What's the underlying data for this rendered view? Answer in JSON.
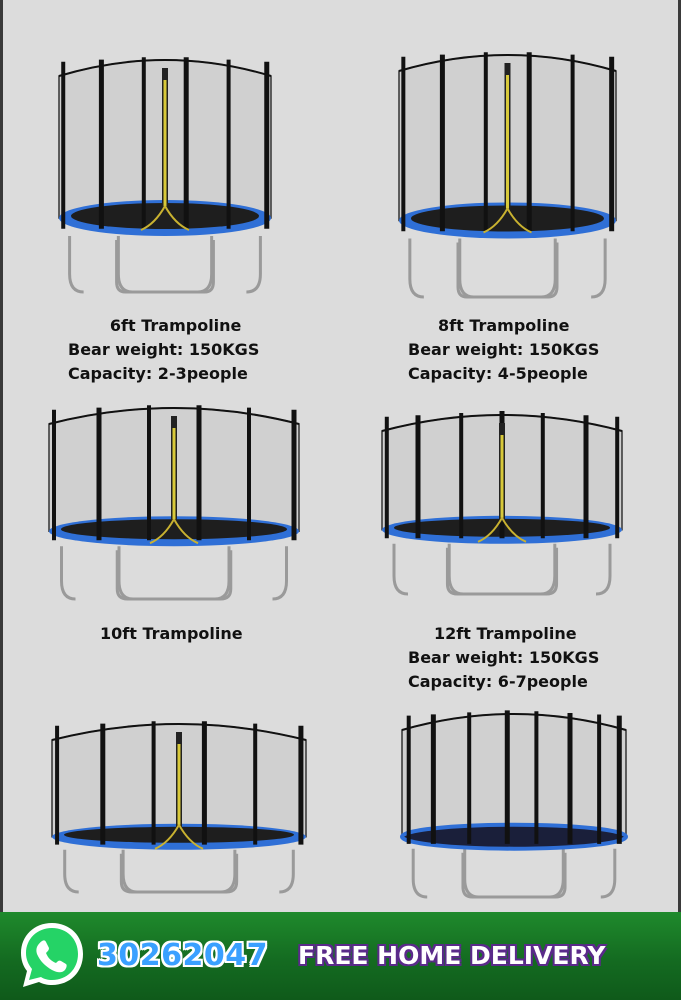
{
  "products": [
    {
      "name": "6ft Trampoline",
      "weight": "Bear weight: 150KGS",
      "capacity": "Capacity: 2-3people"
    },
    {
      "name": "8ft Trampoline",
      "weight": "Bear weight: 150KGS",
      "capacity": "Capacity: 4-5people"
    },
    {
      "name": "10ft Trampoline"
    },
    {
      "name": "12ft Trampoline",
      "weight": "Bear weight: 150KGS",
      "capacity": "Capacity: 6-7people"
    }
  ],
  "banner": {
    "phone": "30262047",
    "text": "FREE HOME DELIVERY"
  },
  "colors": {
    "background": "#dcdcdc",
    "mat_ring": "#2f6fd6",
    "banner_green": "#1f8a2c",
    "phone_blue": "#3aa0ff",
    "whatsapp_green": "#25d366"
  },
  "icons": [
    "whatsapp-icon"
  ]
}
